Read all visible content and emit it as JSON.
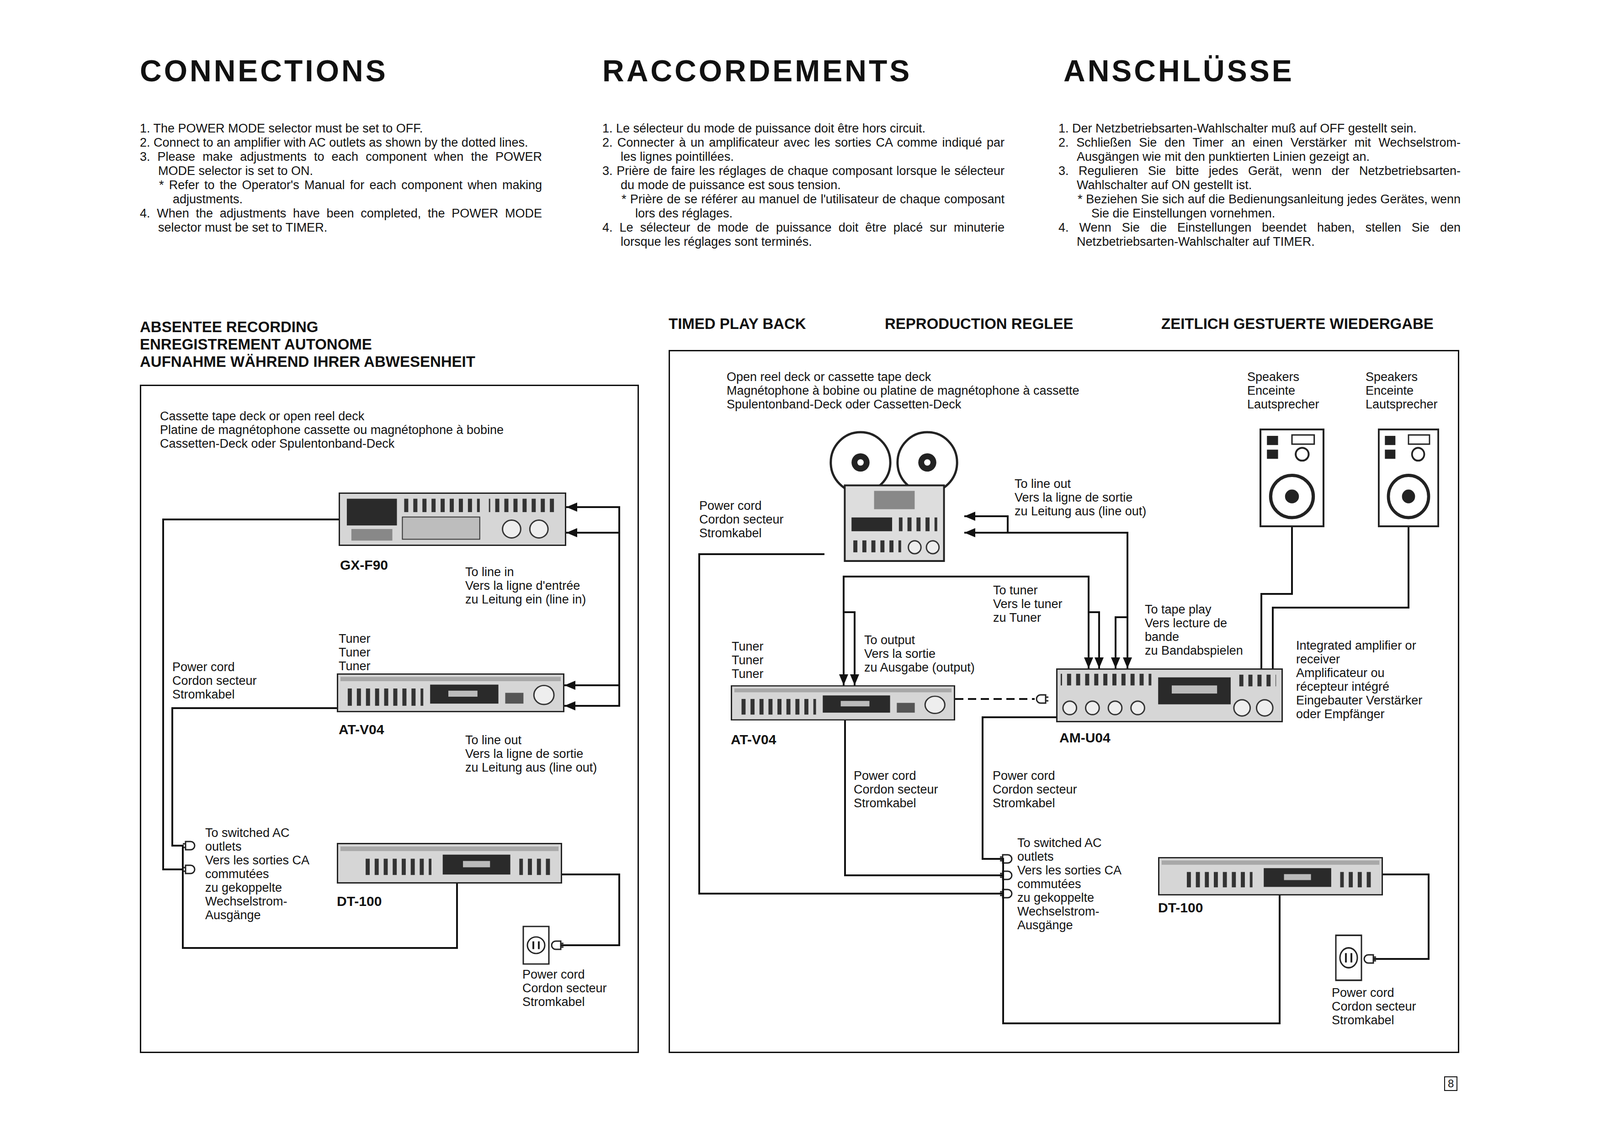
{
  "diagram": {
    "nodes": [
      {
        "text": [
          "ABSENTEE RECORDING",
          "ENREGISTREMENT AUTONOME",
          "AUFNAHME WÄHREND IHRER ABWESENHEIT"
        ]
      },
      {
        "text": [
          "Cassette tape deck or open reel deck",
          "Platine de magnétophone cassette ou magnétophone à bobine",
          "Cassetten-Deck oder Spulentonband-Deck",
          "GX-F90"
        ],
        "in": 0
      },
      {
        "text": [
          "Tuner",
          "Tuner",
          "Tuner",
          "AT-V04"
        ],
        "in": 0
      },
      {
        "text": [
          "DT-100"
        ],
        "in": 0
      },
      {
        "text": [
          "TIMED PLAY BACK",
          "REPRODUCTION REGLEE",
          "ZEITLICH GESTUERTE WIEDERGABE"
        ]
      },
      {
        "text": [
          "Open reel deck or cassette tape deck",
          "Magnétophone à bobine ou platine de magnétophone à cassette",
          "Spulentonband-Deck oder Cassetten-Deck"
        ],
        "in": 4
      },
      {
        "text": [
          "Speakers",
          "Enceinte",
          "Lautsprecher"
        ],
        "in": 4
      },
      {
        "text": [
          "Speakers",
          "Enceinte",
          "Lautsprecher"
        ],
        "in": 4
      },
      {
        "text": [
          "Tuner",
          "Tuner",
          "Tuner",
          "AT-V04"
        ],
        "in": 4
      },
      {
        "text": [
          "Integrated amplifier or receiver",
          "Amplificateur ou récepteur intégré",
          "Eingebauter Verstärker oder Empfänger",
          "AM-U04"
        ],
        "in": 4
      },
      {
        "text": [
          "DT-100"
        ],
        "in": 4
      }
    ],
    "edges": [
      {
        "from": 2,
        "to": 1,
        "arrow": "both"
      },
      {
        "from": 1,
        "to": 3,
        "arrow": "none"
      },
      {
        "from": 2,
        "to": 3,
        "arrow": "none"
      },
      {
        "from": 9,
        "to": 5,
        "arrow": "both"
      },
      {
        "from": 8,
        "to": 9,
        "arrow": "both"
      },
      {
        "from": 9,
        "to": 6,
        "arrow": "none"
      },
      {
        "from": 9,
        "to": 7,
        "arrow": "none"
      },
      {
        "from": 5,
        "to": 10,
        "arrow": "none"
      },
      {
        "from": 8,
        "to": 10,
        "arrow": "none"
      },
      {
        "from": 9,
        "to": 10,
        "arrow": "none"
      }
    ],
    "labels": [
      "CONNECTIONS",
      "RACCORDEMENTS",
      "ANSCHLÜSSE",
      "1. The POWER MODE selector must be set to OFF.",
      "2. Connect to an amplifier with AC outlets as shown by the dotted lines.",
      "3. Please make adjustments to each component when the POWER MODE selector is set to ON.",
      "* Refer to the Operator's Manual for each component when making adjustments.",
      "4. When the adjustments have been completed, the POWER MODE selector must be set to TIMER.",
      "1. Le sélecteur du mode de puissance doit être hors circuit.",
      "2. Connecter à un amplificateur avec les sorties CA comme indiqué par les lignes pointillées.",
      "3. Prière de faire les réglages de chaque composant lorsque le sélecteur du mode de puissance est sous tension.",
      "* Prière de se référer au manuel de l'utilisateur de chaque composant lors des réglages.",
      "4. Le sélecteur de mode de puissance doit être placé sur minuterie lorsque les réglages sont terminés.",
      "1. Der Netzbetriebsarten-Wahlschalter muß auf OFF gestellt sein.",
      "2. Schließen Sie den Timer an einen Verstärker mit Wechselstrom-Ausgängen wie mit den punktierten Linien gezeigt an.",
      "3. Regulieren Sie bitte jedes Gerät, wenn der Netzbetriebsarten-Wahlschalter auf ON gestellt ist.",
      "* Beziehen Sie sich auf die Bedienungsanleitung jedes Gerätes, wenn Sie die Einstellungen vornehmen.",
      "4. Wenn Sie die Einstellungen beendet haben, stellen Sie den Netzbetriebsarten-Wahlschalter auf TIMER.",
      "To line in",
      "Vers la ligne d'entrée",
      "zu Leitung ein (line in)",
      "To line out",
      "Vers la ligne de sortie",
      "zu Leitung aus (line out)",
      "Power cord",
      "Cordon secteur",
      "Stromkabel",
      "To switched AC outlets",
      "Vers les sorties CA commutées",
      "zu gekoppelte Wechselstrom- Ausgänge",
      "Power cord",
      "Cordon secteur",
      "Stromkabel",
      "Power cord",
      "Cordon secteur",
      "Stromkabel",
      "Power cord",
      "Cordon secteur",
      "Stromkabel",
      "Power cord",
      "Cordon secteur",
      "Stromkabel",
      "Power cord",
      "Cordon secteur",
      "Stromkabel",
      "To line out",
      "Vers la ligne de sortie",
      "zu Leitung aus (line out)",
      "To tuner",
      "Vers le tuner",
      "zu Tuner",
      "To output",
      "Vers la sortie",
      "zu Ausgabe (output)",
      "To tape play",
      "Vers lecture de bande",
      "zu Bandabspielen",
      "To switched AC outlets",
      "Vers les sorties CA commutées",
      "zu gekoppelte Wechselstrom- Ausgänge",
      "8"
    ]
  }
}
